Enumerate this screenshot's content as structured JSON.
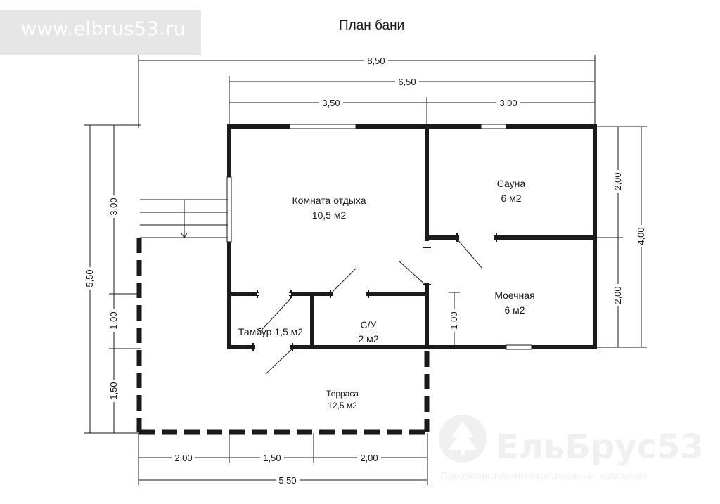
{
  "watermark": {
    "url": "www.elbrus53.ru",
    "brand_name": "ЕльБрус53",
    "brand_tagline": "Производственно-строительная компания",
    "brand_icon": "tree-logo-icon"
  },
  "title": "План бани",
  "dimensions": {
    "top_total": "8,50",
    "top_inner": "6,50",
    "top_left": "3,50",
    "top_right": "3,00",
    "left_total": "5,50",
    "left_upper": "3,00",
    "left_middle": "1,00",
    "left_lower": "1,50",
    "right_total": "4,00",
    "right_upper": "2,00",
    "right_lower": "2,00",
    "inner_washroom": "1,00",
    "bottom_left": "2,00",
    "bottom_middle": "1,50",
    "bottom_right": "2,00",
    "bottom_total": "5,50"
  },
  "rooms": {
    "rest_room": {
      "name": "Комната отдыха",
      "area": "10,5 м2"
    },
    "sauna": {
      "name": "Сауна",
      "area": "6 м2"
    },
    "washroom": {
      "name": "Моечная",
      "area": "6 м2"
    },
    "bathroom": {
      "name": "С/У",
      "area": "2 м2"
    },
    "vestibule": {
      "name": "Тамбур 1,5 м2"
    },
    "terrace": {
      "name": "Терраса",
      "area": "12,5 м2"
    }
  },
  "colors": {
    "wall": "#1a1a1a",
    "window": "#ffffff",
    "watermark": "#e6e6e6"
  }
}
